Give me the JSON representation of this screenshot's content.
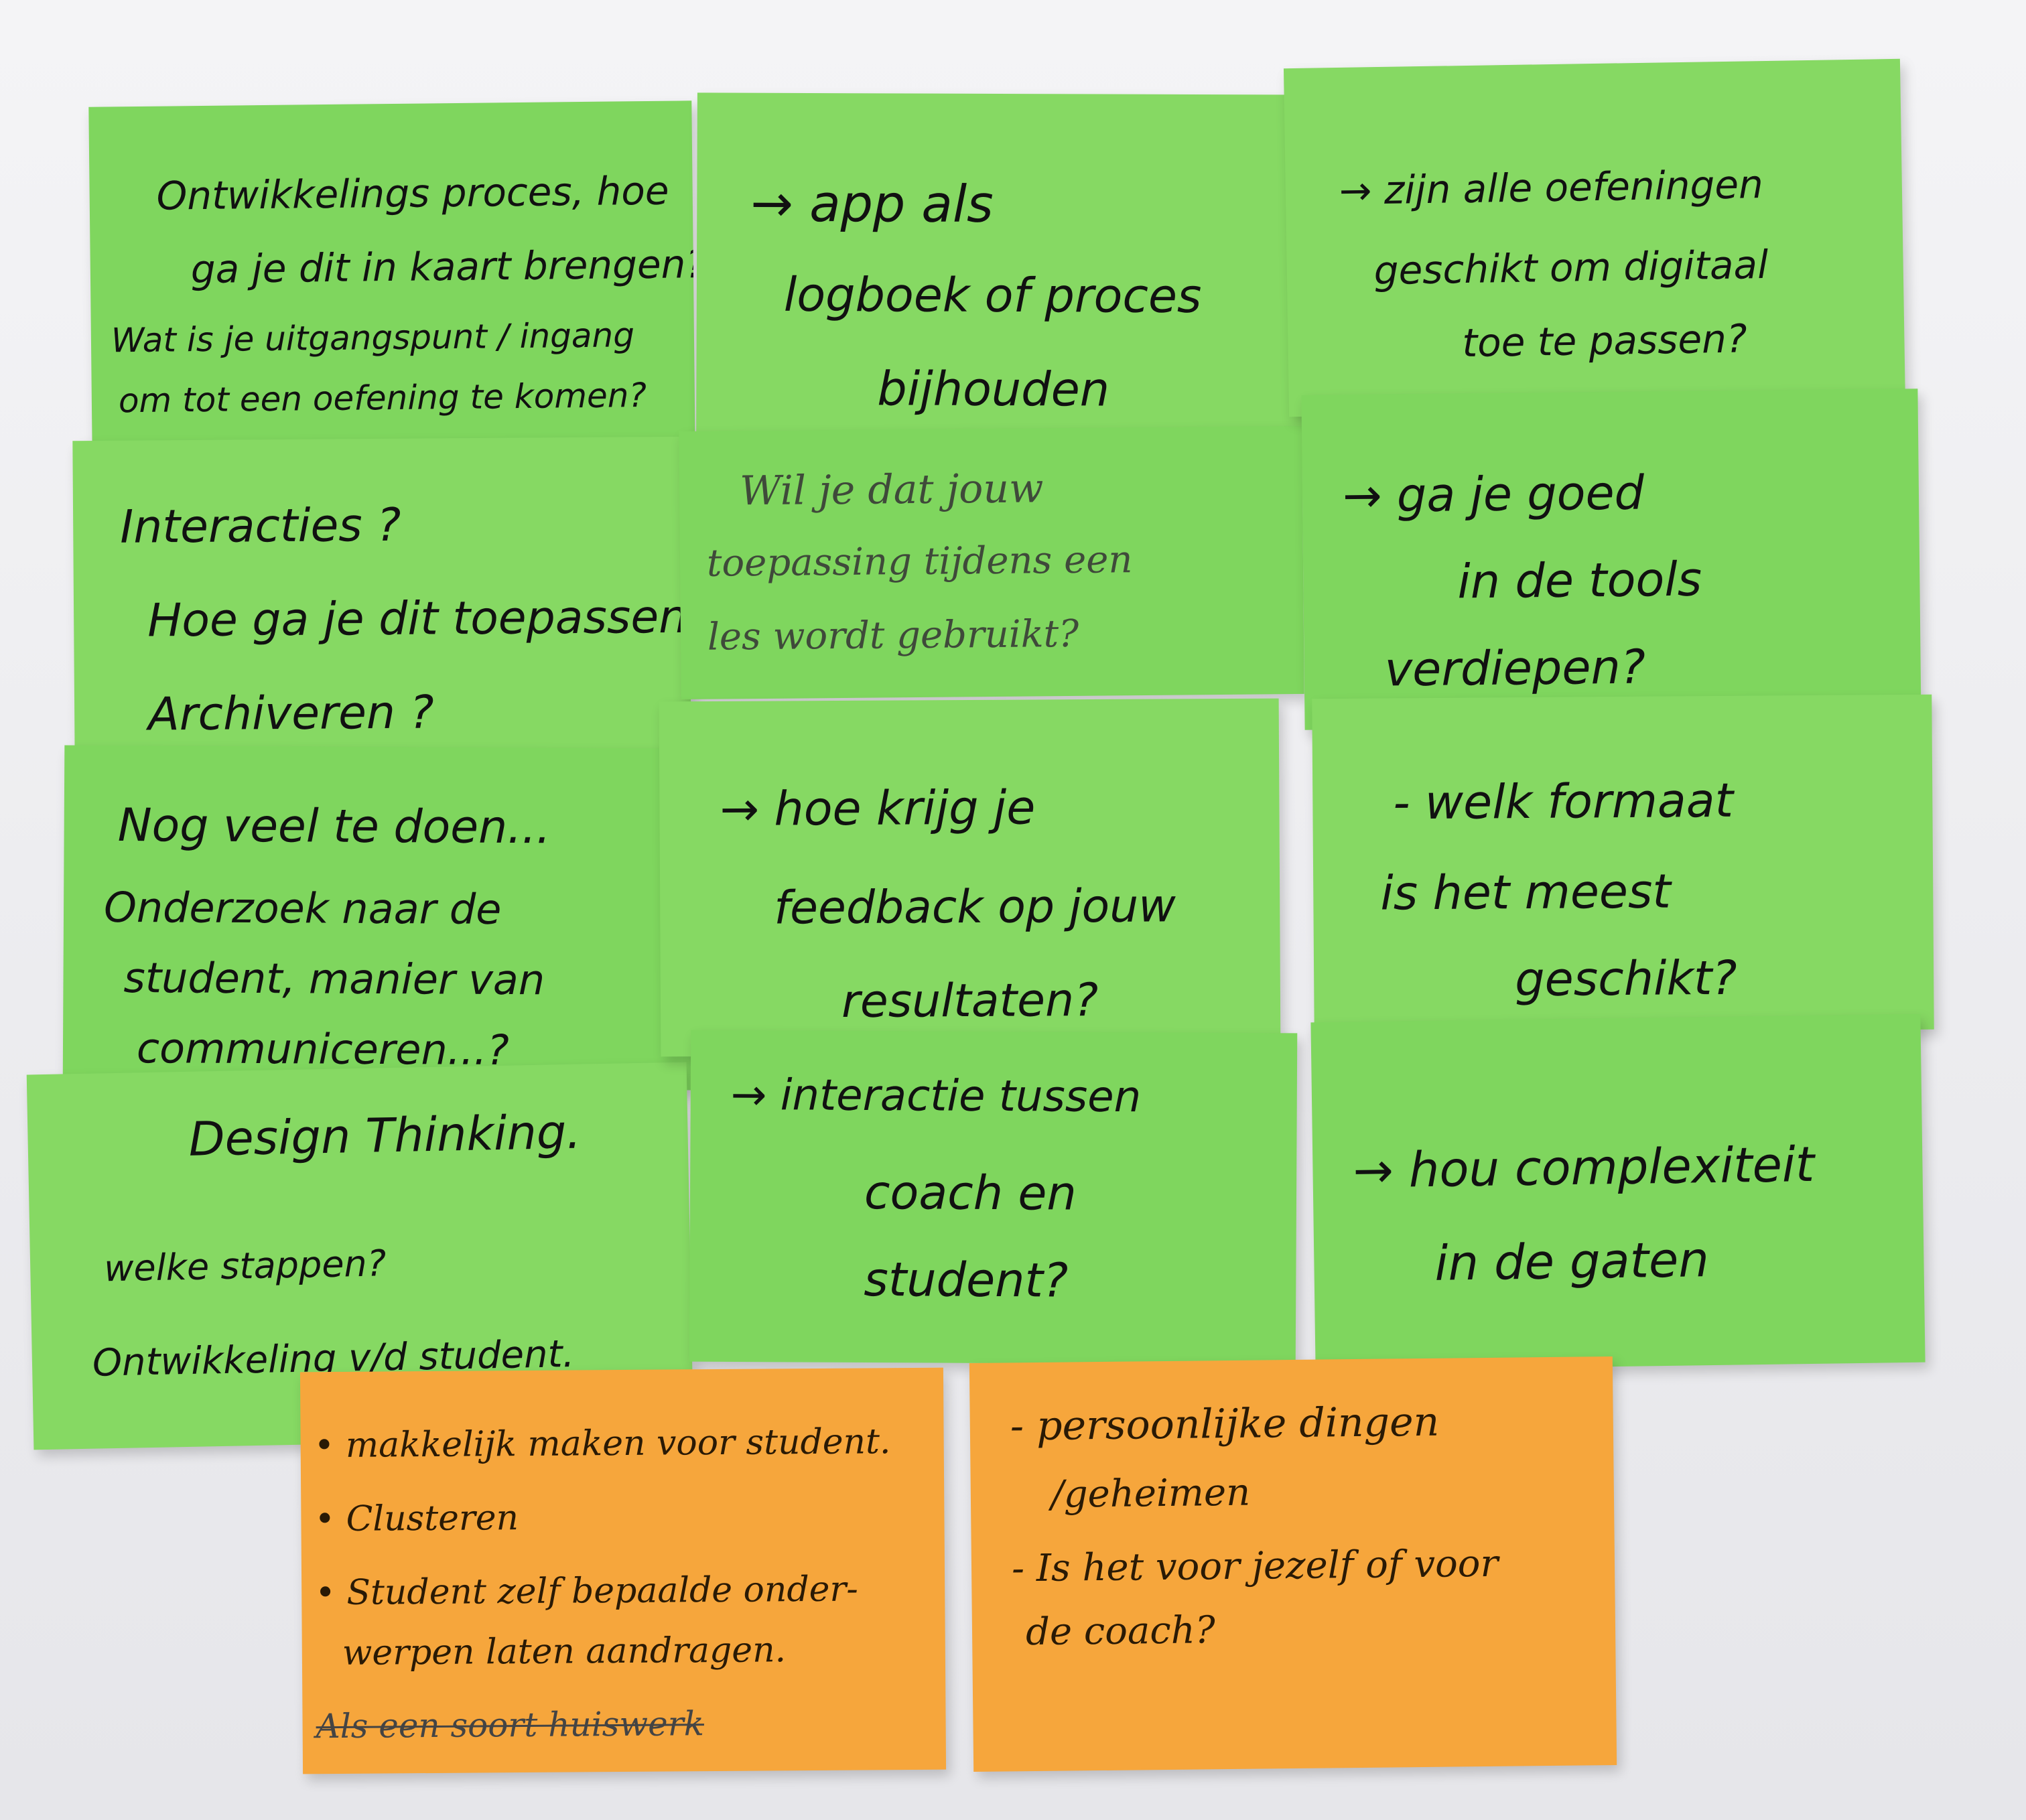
{
  "notes": {
    "col1": [
      {
        "lines": [
          "Ontwikkelings proces, hoe",
          "ga je dit in kaart brengen?",
          "Wat is je uitgangspunt / ingang",
          "om tot een oefening te komen?"
        ]
      },
      {
        "lines": [
          "Interacties ?",
          "Hoe ga je dit toepassen?",
          "Archiveren ?"
        ]
      },
      {
        "lines": [
          "Nog veel te doen...",
          "Onderzoek naar de",
          "student, manier van",
          "communiceren...?"
        ]
      },
      {
        "lines": [
          "Design Thinking.",
          "welke stappen?",
          "Ontwikkeling v/d student."
        ]
      }
    ],
    "col2": [
      {
        "lines": [
          "→ app als",
          "logboek of proces",
          "bijhouden"
        ]
      },
      {
        "lines": [
          "Wil je dat jouw",
          "toepassing tijdens een",
          "les wordt gebruikt?"
        ]
      },
      {
        "lines": [
          "→ hoe krijg je",
          "feedback op jouw",
          "resultaten?"
        ]
      },
      {
        "lines": [
          "→ interactie tussen",
          "coach en",
          "student?"
        ]
      }
    ],
    "col3": [
      {
        "lines": [
          "→ zijn alle oefeningen",
          "geschikt om digitaal",
          "toe te passen?"
        ]
      },
      {
        "lines": [
          "→ ga je goed",
          "in de tools",
          "verdiepen?"
        ]
      },
      {
        "lines": [
          "- welk formaat",
          "is het meest",
          "geschikt?"
        ]
      },
      {
        "lines": [
          "→ hou complexiteit",
          "in de gaten"
        ]
      }
    ],
    "orange": [
      {
        "lines": [
          "• makkelijk maken voor student.",
          "• Clusteren",
          "• Student zelf bepaalde onder-",
          "werpen laten aandragen.",
          "Als een soort huiswerk"
        ]
      },
      {
        "lines": [
          "- persoonlijke dingen",
          "/geheimen",
          "- Is het voor jezelf of voor",
          "de coach?"
        ]
      }
    ]
  },
  "colors": {
    "green": "#7fd65e",
    "orange": "#f6a63c",
    "background": "#ececef"
  }
}
